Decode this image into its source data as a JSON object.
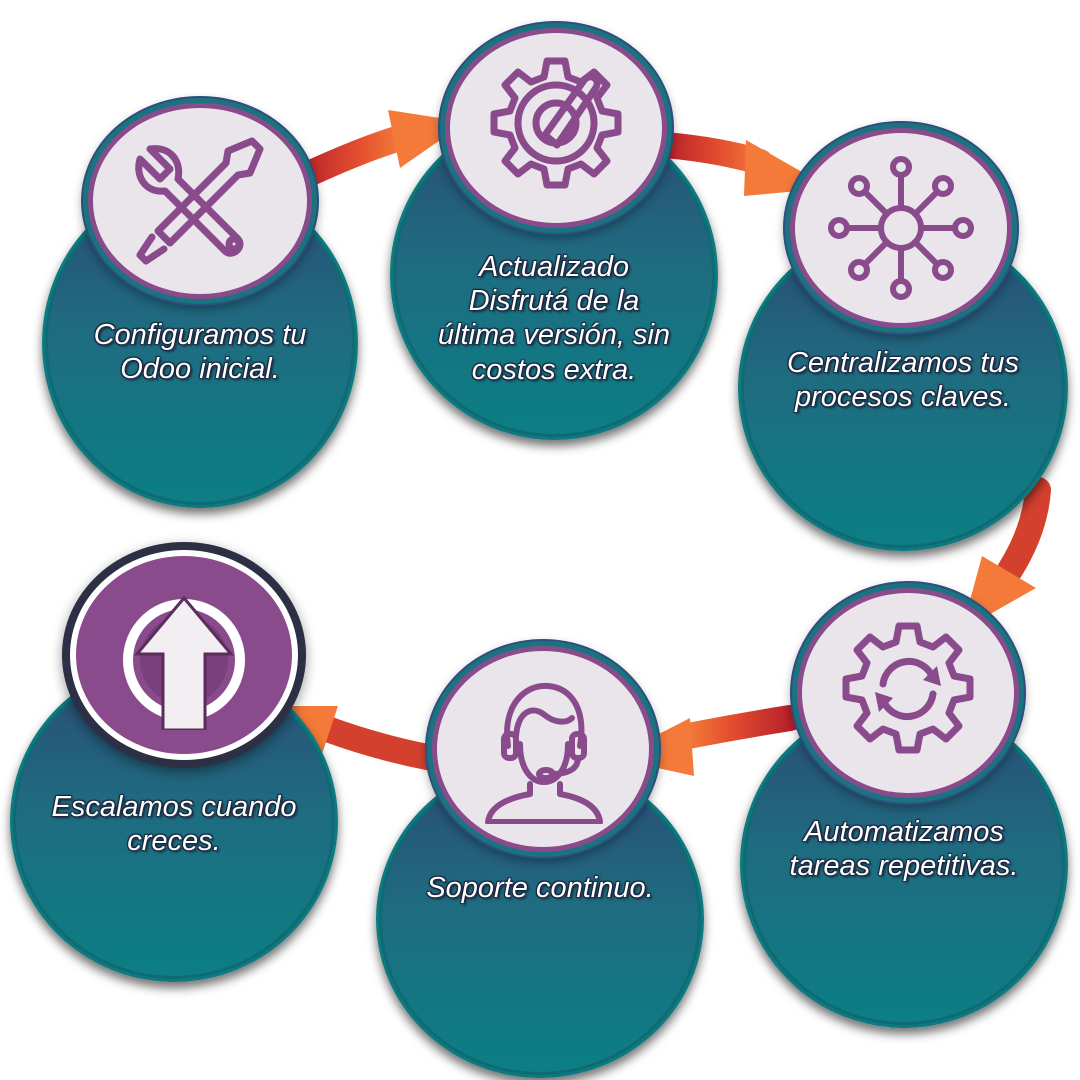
{
  "steps": [
    {
      "id": "configure",
      "icon": "wrench-screwdriver-icon",
      "lines": [
        "Configuramos tu",
        "Odoo inicial."
      ]
    },
    {
      "id": "update",
      "icon": "gear-wrench-icon",
      "lines": [
        "Actualizado",
        "Disfrutá de la",
        "última versión, sin",
        "costos extra."
      ]
    },
    {
      "id": "centralize",
      "icon": "network-hub-icon",
      "lines": [
        "Centralizamos tus",
        "procesos claves."
      ]
    },
    {
      "id": "automate",
      "icon": "gear-refresh-icon",
      "lines": [
        "Automatizamos",
        "tareas repetitivas."
      ]
    },
    {
      "id": "support",
      "icon": "support-agent-icon",
      "lines": [
        "Soporte continuo."
      ]
    },
    {
      "id": "scale",
      "icon": "upgrade-arrow-icon",
      "lines": [
        "Escalamos cuando",
        "creces."
      ]
    }
  ],
  "colors": {
    "teal_top": "#2c4a75",
    "teal_bottom": "#0b7f84",
    "icon_purple": "#8a4b8c",
    "icon_bg": "#e9e5ea",
    "arrow_orange": "#f26b35",
    "arrow_dark": "#c1272d"
  }
}
